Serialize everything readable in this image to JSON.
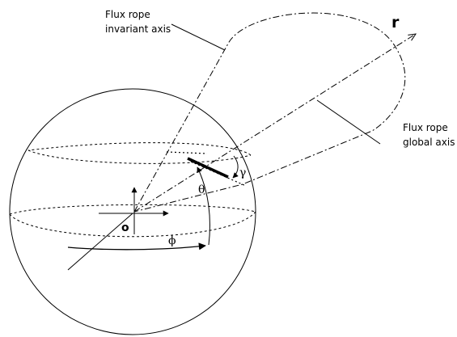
{
  "labels": {
    "invariant_axis": [
      "Flux rope",
      "invariant axis"
    ],
    "global_axis": [
      "Flux rope",
      "global axis"
    ],
    "r": "r",
    "origin": "o",
    "theta": "θ",
    "phi": "ϕ",
    "gamma": "γ"
  }
}
